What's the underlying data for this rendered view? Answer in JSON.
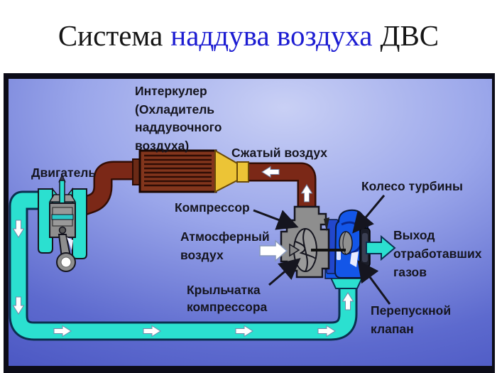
{
  "title": {
    "prefix": "Система",
    "highlight": "наддува воздуха",
    "suffix": "ДВС",
    "highlight_color": "#1c1cd2"
  },
  "diagram": {
    "labels": {
      "intercooler": {
        "lines": [
          "Интеркулер",
          "(Охладитель",
          "наддувочного",
          "воздуха)"
        ]
      },
      "compressed_air": "Сжатый воздух",
      "engine": "Двигатель",
      "compressor": "Компрессор",
      "atmospheric_air": {
        "lines": [
          "Атмосферный",
          "воздух"
        ]
      },
      "compressor_impeller": {
        "lines": [
          "Крыльчатка",
          "компрессора"
        ]
      },
      "turbine_wheel": "Колесо турбины",
      "exhaust_outlet": {
        "lines": [
          "Выход",
          "отработавших",
          "газов"
        ]
      },
      "bypass_valve": {
        "lines": [
          "Перепускной",
          "клапан"
        ]
      }
    },
    "colors": {
      "background_top": "#c7cef4",
      "background_bottom": "#4d59c4",
      "frame": "#0c0c18",
      "air_pipe_cyan": "#2be0d0",
      "hot_pipe_red": "#7b2817",
      "intercooler_brown": "#82351c",
      "connector_yellow": "#ecc436",
      "compressor_gray": "#8e8e8e",
      "turbine_blue": "#1356e8",
      "label_text": "#15151f"
    }
  }
}
